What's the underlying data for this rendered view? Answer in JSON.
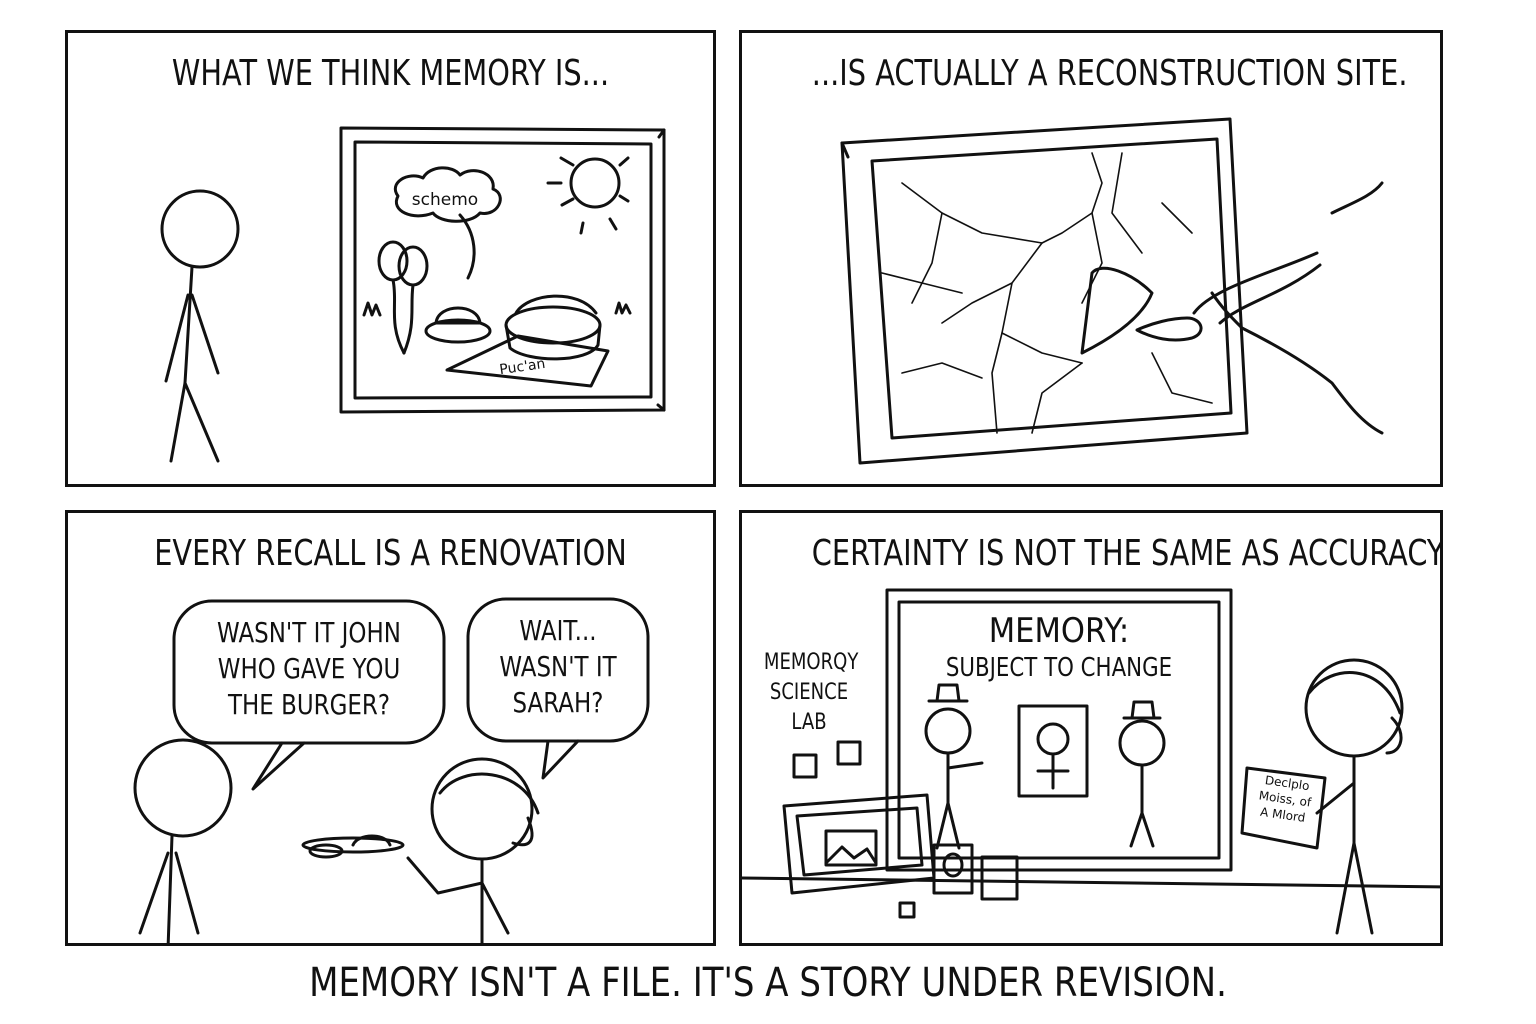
{
  "panels": [
    {
      "title": "WHAT WE THINK MEMORY IS...",
      "picture_text": {
        "cloud": "schemo",
        "blanket": "Puc'an"
      }
    },
    {
      "title": "...IS ACTUALLY A RECONSTRUCTION SITE."
    },
    {
      "title": "EVERY RECALL IS A RENOVATION",
      "bubbles": [
        {
          "lines": [
            "WASN'T IT JOHN",
            "WHO GAVE YOU",
            "THE BURGER?"
          ]
        },
        {
          "lines": [
            "WAIT...",
            "WASN'T IT",
            "SARAH?"
          ]
        }
      ]
    },
    {
      "title": "CERTAINTY IS NOT THE SAME AS ACCURACY",
      "lab_sign": [
        "MEMORQY",
        "SCIENCE",
        "LAB"
      ],
      "board": {
        "heading": "MEMORY:",
        "subheading": "SUBJECT TO CHANGE"
      },
      "note": [
        "Declplo",
        "Moiss, of",
        "A Mlord"
      ]
    }
  ],
  "caption": "MEMORY ISN'T A FILE. IT'S A STORY UNDER REVISION."
}
